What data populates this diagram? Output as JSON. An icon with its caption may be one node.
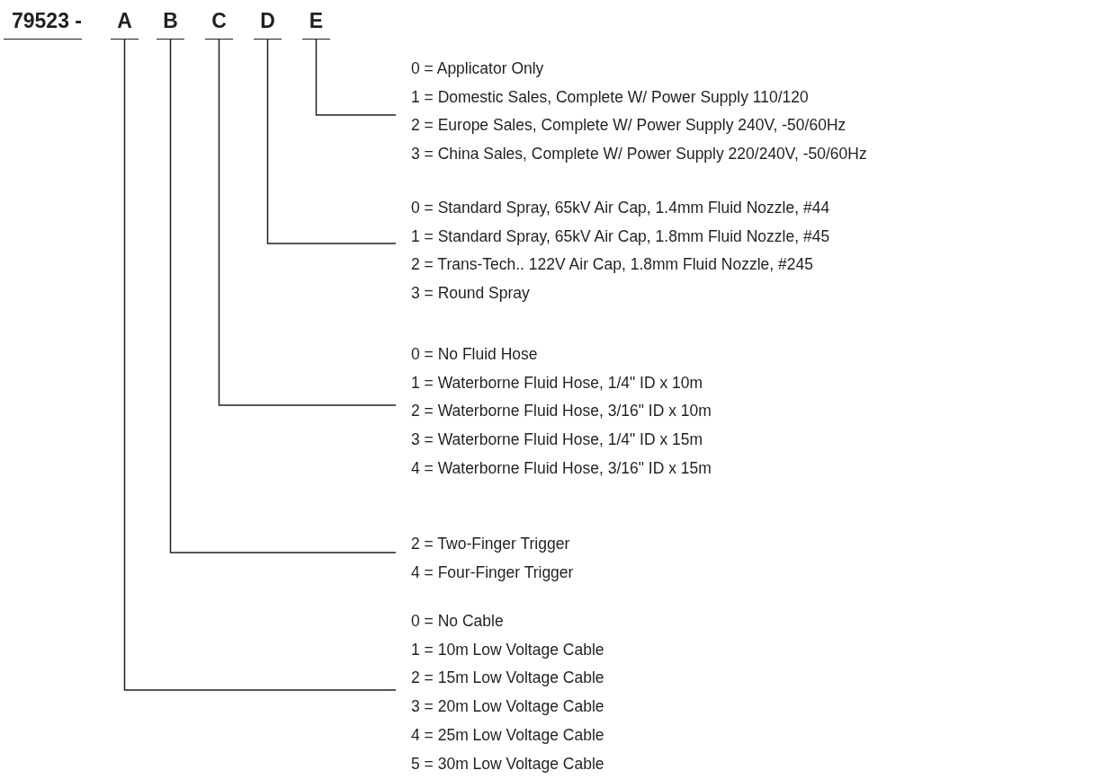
{
  "diagram": {
    "nodes": [
      {
        "text": [
          "A"
        ]
      },
      {
        "text": [
          "B"
        ]
      },
      {
        "text": [
          "C"
        ]
      },
      {
        "text": [
          "D"
        ]
      },
      {
        "text": [
          "E"
        ]
      },
      {
        "text": [
          "0 = Applicator Only",
          "1 = Domestic Sales, Complete W/ Power Supply 110/120",
          "2 = Europe Sales, Complete W/ Power Supply 240V, -50/60Hz",
          "3 = China Sales, Complete W/ Power Supply 220/240V, -50/60Hz"
        ]
      },
      {
        "text": [
          "0 = Standard Spray, 65kV Air Cap, 1.4mm Fluid Nozzle, #44",
          "1 = Standard Spray, 65kV Air Cap, 1.8mm Fluid Nozzle, #45",
          "2 = Trans-Tech.. 122V Air Cap, 1.8mm Fluid Nozzle, #245",
          "3 = Round Spray"
        ]
      },
      {
        "text": [
          "0 = No Fluid Hose",
          "1 = Waterborne Fluid Hose, 1/4\" ID x 10m",
          "2 = Waterborne Fluid Hose, 3/16\" ID x 10m",
          "3 = Waterborne Fluid Hose, 1/4\" ID x 15m",
          "4 = Waterborne Fluid Hose, 3/16\" ID x 15m"
        ]
      },
      {
        "text": [
          "2 = Two-Finger Trigger",
          "4 = Four-Finger Trigger"
        ]
      },
      {
        "text": [
          "0 = No Cable",
          "1 = 10m Low Voltage Cable",
          "2 = 15m Low Voltage Cable",
          "3 = 20m Low Voltage Cable",
          "4 = 25m Low Voltage Cable",
          "5 = 30m Low Voltage Cable"
        ]
      }
    ],
    "edges": [
      {
        "from": 4,
        "to": 5,
        "arrow": "none"
      },
      {
        "from": 3,
        "to": 6,
        "arrow": "none"
      },
      {
        "from": 2,
        "to": 7,
        "arrow": "none"
      },
      {
        "from": 1,
        "to": 8,
        "arrow": "none"
      },
      {
        "from": 0,
        "to": 9,
        "arrow": "none"
      }
    ],
    "labels": [
      "79523 -"
    ]
  }
}
